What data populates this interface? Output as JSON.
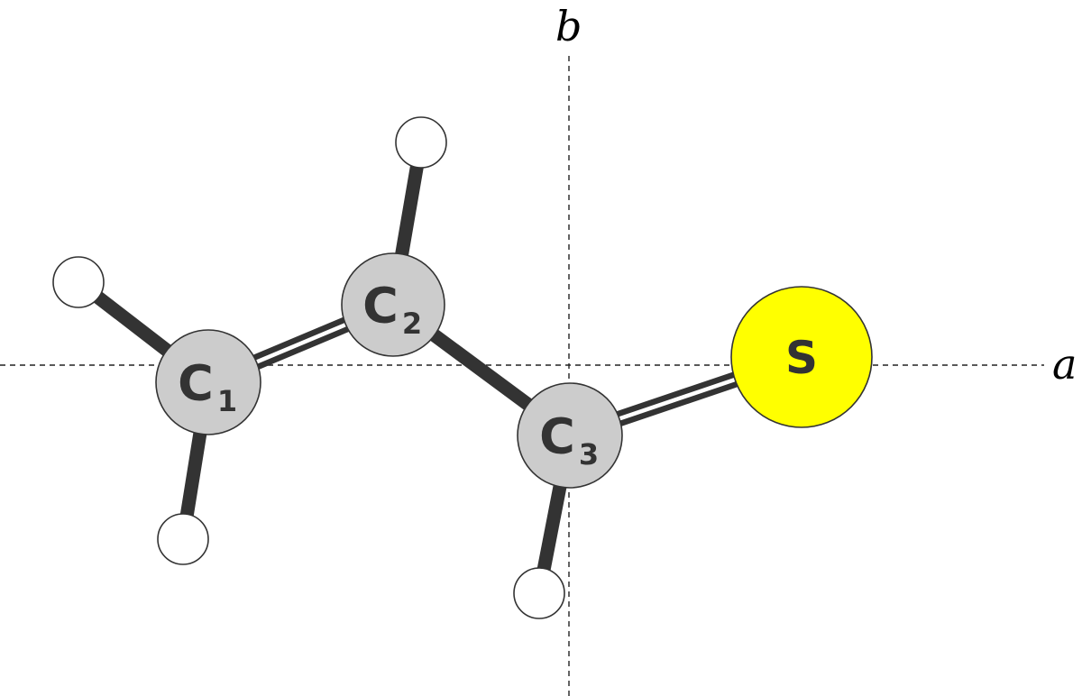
{
  "axes": {
    "a_label": "a",
    "b_label": "b"
  },
  "atoms": [
    {
      "id": "C1",
      "letter": "C",
      "sub": "1",
      "kind": "carbon"
    },
    {
      "id": "C2",
      "letter": "C",
      "sub": "2",
      "kind": "carbon"
    },
    {
      "id": "C3",
      "letter": "C",
      "sub": "3",
      "kind": "carbon"
    },
    {
      "id": "S",
      "letter": "S",
      "sub": "",
      "kind": "sulfur"
    },
    {
      "id": "H1a",
      "letter": "",
      "sub": "",
      "kind": "hydrogen"
    },
    {
      "id": "H1b",
      "letter": "",
      "sub": "",
      "kind": "hydrogen"
    },
    {
      "id": "H2",
      "letter": "",
      "sub": "",
      "kind": "hydrogen"
    },
    {
      "id": "H3",
      "letter": "",
      "sub": "",
      "kind": "hydrogen"
    }
  ],
  "bonds": [
    {
      "from": "C1",
      "to": "C2",
      "order": 2
    },
    {
      "from": "C2",
      "to": "C3",
      "order": 1
    },
    {
      "from": "C3",
      "to": "S",
      "order": 2
    },
    {
      "from": "C1",
      "to": "H1a",
      "order": 1
    },
    {
      "from": "C1",
      "to": "H1b",
      "order": 1
    },
    {
      "from": "C2",
      "to": "H2",
      "order": 1
    },
    {
      "from": "C3",
      "to": "H3",
      "order": 1
    }
  ],
  "colors": {
    "carbon": "#cccccc",
    "sulfur": "#ffff00",
    "hydrogen": "#ffffff",
    "bond": "#333333",
    "axis": "#222222"
  }
}
